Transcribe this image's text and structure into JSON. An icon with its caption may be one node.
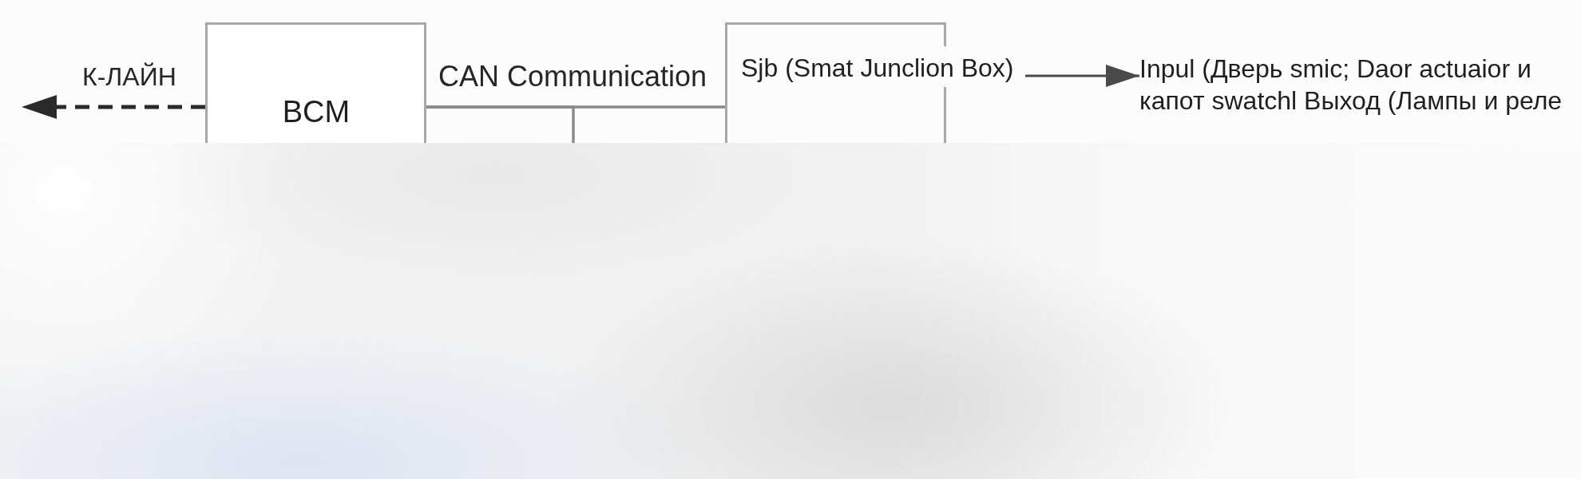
{
  "diagram": {
    "nodes": [
      {
        "text": [
          "BCM"
        ]
      },
      {
        "text": [
          "Sjb (Smat Junclion Box)"
        ]
      },
      {
        "text": [
          "Inpul (Дверь smic; Daor actuaior и капот swatchl Выход (Лампы и реле"
        ]
      }
    ],
    "edges": [
      {
        "from": 0,
        "to": null,
        "arrow": "to",
        "label": "К-ЛАЙН",
        "style": "dashed",
        "color": "#2a2a2a"
      },
      {
        "from": 0,
        "to": 1,
        "arrow": "none",
        "label": "CAN Communication"
      },
      {
        "from": 0,
        "to": null,
        "arrow": "none"
      },
      {
        "from": 1,
        "to": 2,
        "arrow": "to",
        "color": "#4a4a4a"
      }
    ]
  }
}
